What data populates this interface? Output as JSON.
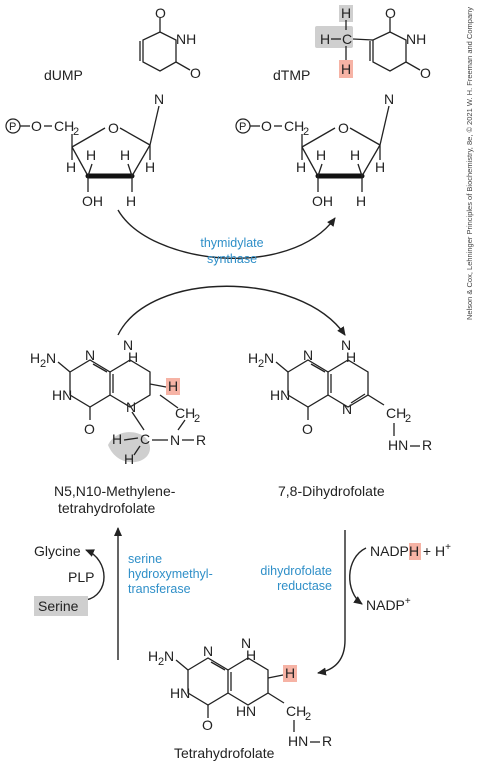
{
  "molecules": {
    "dump": "dUMP",
    "dtmp": "dTMP",
    "methylene_thf": [
      "N5,N10-Methylene-",
      "tetrahydrofolate"
    ],
    "dhf": "7,8-Dihydrofolate",
    "thf": "Tetrahydrofolate"
  },
  "enzymes": {
    "thymidylate_synthase": [
      "thymidylate",
      "synthase"
    ],
    "serine_hmt": [
      "serine",
      "hydroxymethyl-",
      "transferase"
    ],
    "dhfr": [
      "dihydrofolate",
      "reductase"
    ]
  },
  "cofactors": {
    "glycine": "Glycine",
    "serine": "Serine",
    "plp": "PLP",
    "nadph": "NADPH + H+",
    "nadp": "NADP+"
  },
  "credit": "Nelson & Cox, Lehninger Principles of Biochemistry, 8e, © 2021 W. H. Freeman and Company",
  "colors": {
    "enzyme_text": "#2f8fc8",
    "highlight_h": "#f6b3a5",
    "highlight_methyl": "#cfcfcf"
  }
}
